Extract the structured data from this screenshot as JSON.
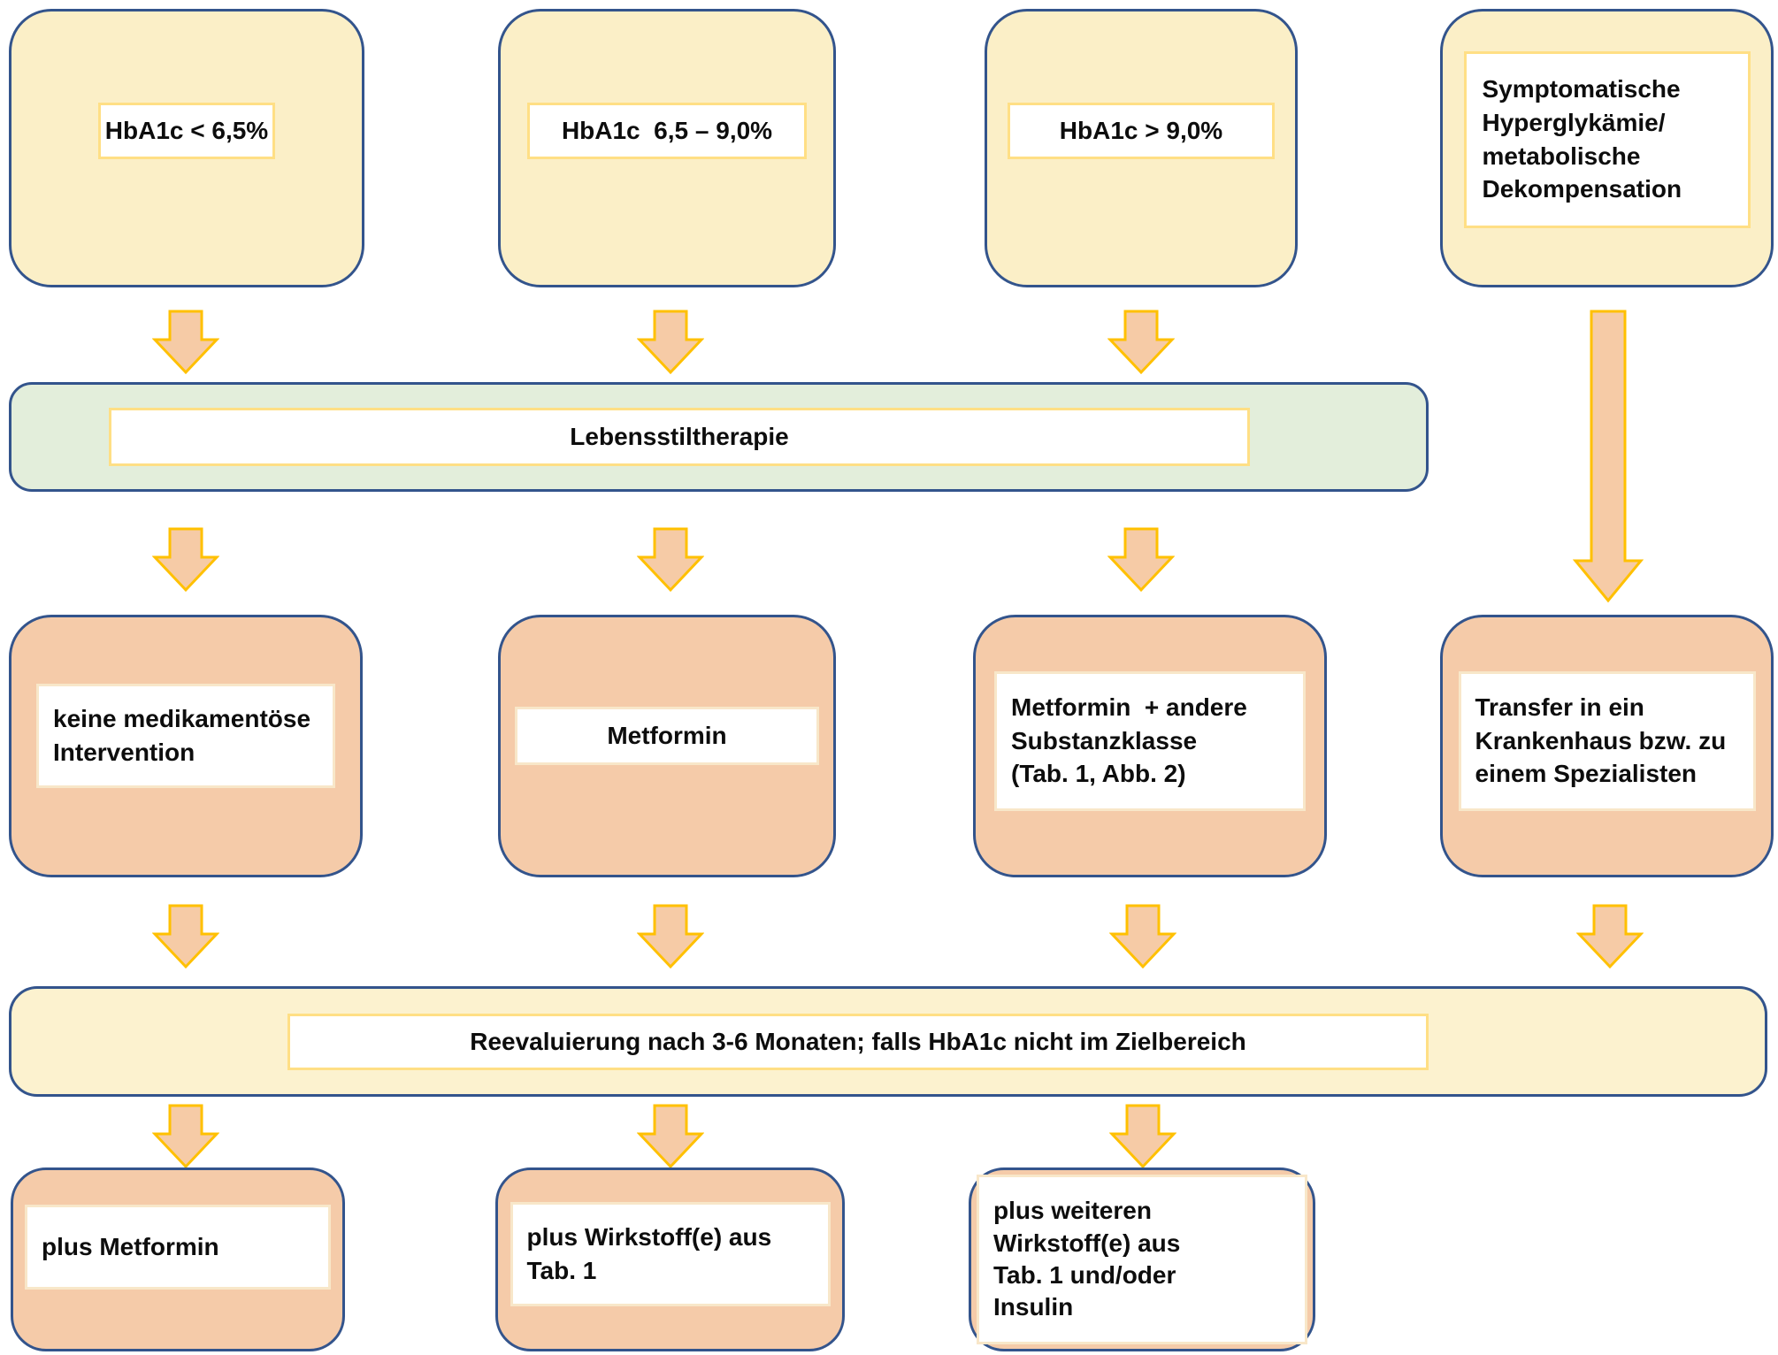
{
  "colors": {
    "box_border": "#33548C",
    "cream_fill": "#FBEFC7",
    "yellow_bar_fill": "#FCF2CF",
    "green_bar_fill": "#E3EEDB",
    "salmon_fill": "#F5CBA9",
    "arrow_fill": "#F6CBA6",
    "arrow_outline": "#FFC000",
    "label_border_gold": "#FFDF85",
    "label_border_pale": "#F8E7C9",
    "text_color": "#0D0D0D"
  },
  "top_row": [
    {
      "label": "HbA1c < 6,5%"
    },
    {
      "label": "HbA1c  6,5 – 9,0%"
    },
    {
      "label": "HbA1c > 9,0%"
    },
    {
      "label": "Symptomatische\nHyperglykämie/\nmetabolische\nDekompensation"
    }
  ],
  "lifestyle_bar": {
    "label": "Lebensstiltherapie"
  },
  "treatment_row": [
    {
      "label": "keine medikamentöse\nIntervention"
    },
    {
      "label": "Metformin"
    },
    {
      "label": "Metformin  + andere\nSubstanzklasse\n(Tab. 1, Abb. 2)"
    },
    {
      "label": "Transfer in ein\nKrankenhaus bzw. zu\neinem Spezialisten"
    }
  ],
  "reevaluation_bar": {
    "label": "Reevaluierung nach 3-6 Monaten; falls HbA1c nicht im Zielbereich"
  },
  "escalation_row": [
    {
      "label": "plus Metformin"
    },
    {
      "label": "plus Wirkstoff(e) aus\nTab. 1"
    },
    {
      "label": "plus weiteren\nWirkstoff(e) aus\nTab. 1 und/oder\nInsulin"
    }
  ]
}
